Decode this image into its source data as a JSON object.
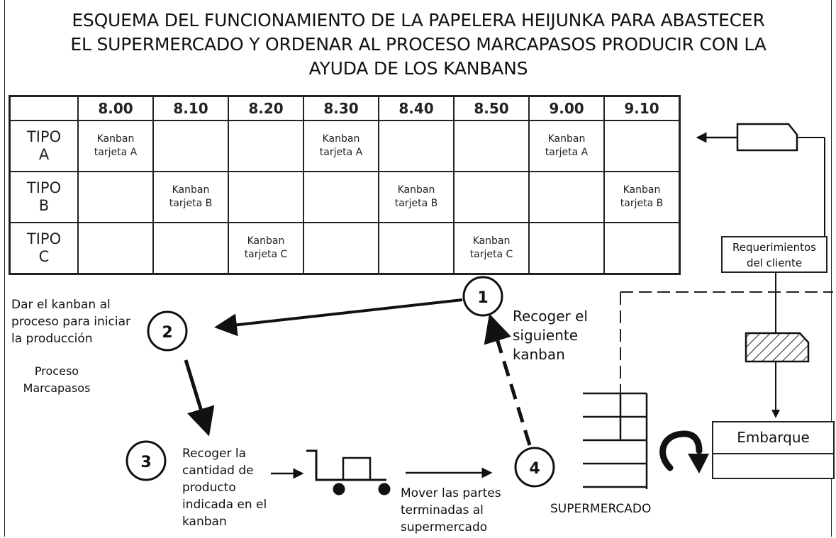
{
  "title": "ESQUEMA DEL FUNCIONAMIENTO DE LA PAPELERA HEIJUNKA PARA ABASTECER EL SUPERMERCADO Y ORDENAR AL PROCESO MARCAPASOS PRODUCIR CON LA AYUDA DE LOS KANBANS",
  "title_lines": [
    "ESQUEMA DEL FUNCIONAMIENTO DE LA PAPELERA HEIJUNKA PARA ABASTECER",
    "EL SUPERMERCADO Y ORDENAR AL PROCESO MARCAPASOS PRODUCIR CON LA",
    "AYUDA DE LOS KANBANS"
  ],
  "schedule": {
    "times": [
      "8.00",
      "8.10",
      "8.20",
      "8.30",
      "8.40",
      "8.50",
      "9.00",
      "9.10"
    ],
    "rows": [
      {
        "label_line1": "TIPO",
        "label_line2": "A",
        "cells": [
          [
            "Kanban",
            "tarjeta A"
          ],
          [],
          [],
          [
            "Kanban",
            "tarjeta A"
          ],
          [],
          [],
          [
            "Kanban",
            "tarjeta A"
          ],
          []
        ]
      },
      {
        "label_line1": "TIPO",
        "label_line2": "B",
        "cells": [
          [],
          [
            "Kanban",
            "tarjeta B"
          ],
          [],
          [],
          [
            "Kanban",
            "tarjeta B"
          ],
          [],
          [],
          [
            "Kanban",
            "tarjeta B"
          ]
        ]
      },
      {
        "label_line1": "TIPO",
        "label_line2": "C",
        "cells": [
          [],
          [],
          [
            "Kanban",
            "tarjeta C"
          ],
          [],
          [],
          [
            "Kanban",
            "tarjeta C"
          ],
          [],
          []
        ]
      }
    ]
  },
  "steps": {
    "one": "1",
    "two": "2",
    "three": "3",
    "four": "4"
  },
  "labels": {
    "step2_line1": "Dar el kanban al",
    "step2_line2": "proceso para iniciar",
    "step2_line3": "la producción",
    "pacemaker_line1": "Proceso",
    "pacemaker_line2": "Marcapasos",
    "step1_line1": "Recoger el",
    "step1_line2": "siguiente",
    "step1_line3": "kanban",
    "step3_line1": "Recoger la",
    "step3_line2": "cantidad de",
    "step3_line3": "producto",
    "step3_line4": "indicada en el",
    "step3_line5": "kanban",
    "step4_line1": "Mover las partes",
    "step4_line2": "terminadas al",
    "step4_line3": "supermercado",
    "supermarket": "SUPERMERCADO",
    "client_line1": "Requerimientos",
    "client_line2": "del cliente",
    "shipping": "Embarque"
  }
}
